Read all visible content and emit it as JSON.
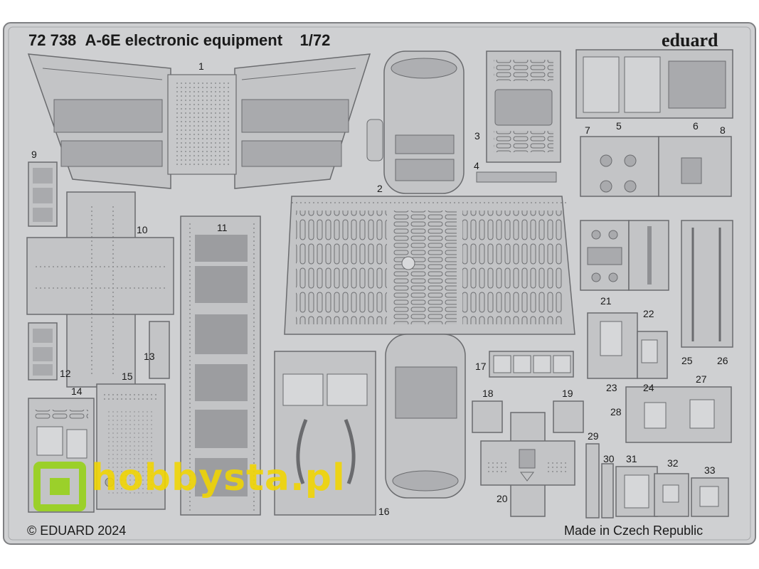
{
  "header": {
    "product_no": "72 738",
    "product_name": "A-6E electronic equipment",
    "scale": "1/72",
    "brand": "eduard"
  },
  "footer": {
    "copyright": "© EDUARD 2024",
    "origin": "Made in Czech Republic"
  },
  "watermark": {
    "text": "hobbysta.pl"
  },
  "part_numbers": [
    "1",
    "2",
    "3",
    "4",
    "5",
    "6",
    "7",
    "8",
    "9",
    "10",
    "11",
    "12",
    "13",
    "14",
    "15",
    "16",
    "17",
    "18",
    "19",
    "20",
    "21",
    "22",
    "23",
    "24",
    "25",
    "26",
    "27",
    "28",
    "29",
    "30",
    "31",
    "32",
    "33"
  ],
  "colors": {
    "fret_metal": "#cfd0d2",
    "fret_shadow": "#8c8d90",
    "watermark_yellow": "#f2d600",
    "watermark_green": "#9bd02a"
  }
}
